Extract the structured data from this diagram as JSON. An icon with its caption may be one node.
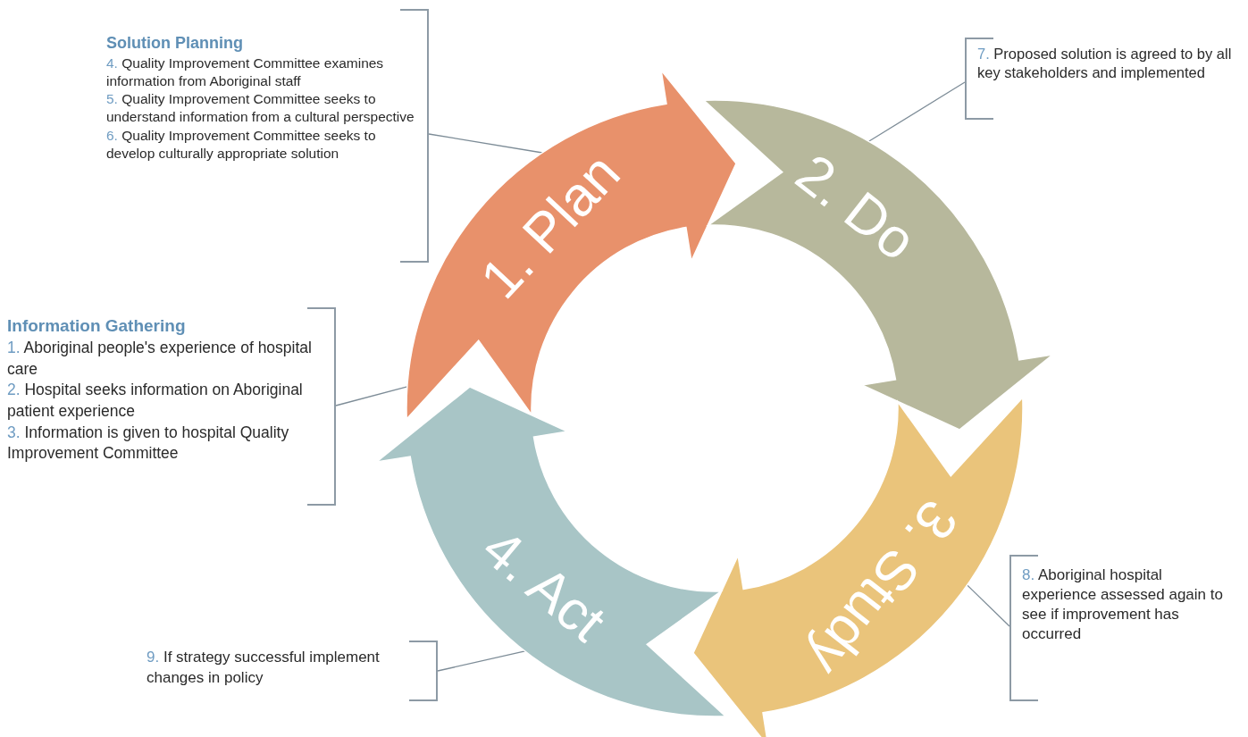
{
  "diagram": {
    "nodes": [
      {
        "text": [
          "Solution Planning",
          "4. Quality Improvement Committee examines information from Aboriginal staff",
          "5. Quality Improvement Committee seeks to understand information from a cultural perspective",
          "6. Quality Improvement Committee seeks to develop culturally appropriate solution"
        ]
      },
      {
        "text": [
          "7. Proposed solution is agreed to by all key stakeholders and implemented"
        ]
      },
      {
        "text": [
          "Information Gathering",
          "1. Aboriginal people's experience of hospital care",
          "2. Hospital seeks information on Aboriginal patient experience",
          "3. Information is given to hospital Quality Improvement Committee"
        ]
      },
      {
        "text": [
          "9. If strategy successful implement changes in policy"
        ]
      },
      {
        "text": [
          "8. Aboriginal hospital experience assessed again to see if improvement has occurred"
        ]
      },
      {
        "text": [
          "1. Plan"
        ]
      },
      {
        "text": [
          "2. Do"
        ]
      },
      {
        "text": [
          "3. Study"
        ]
      },
      {
        "text": [
          "4. Act"
        ]
      }
    ],
    "edges": [
      {
        "from": 0,
        "to": 5,
        "arrow": "none"
      },
      {
        "from": 1,
        "to": 6,
        "arrow": "none"
      },
      {
        "from": 2,
        "to": 5,
        "arrow": "none"
      },
      {
        "from": 3,
        "to": 8,
        "arrow": "none"
      },
      {
        "from": 4,
        "to": 7,
        "arrow": "none"
      }
    ]
  }
}
